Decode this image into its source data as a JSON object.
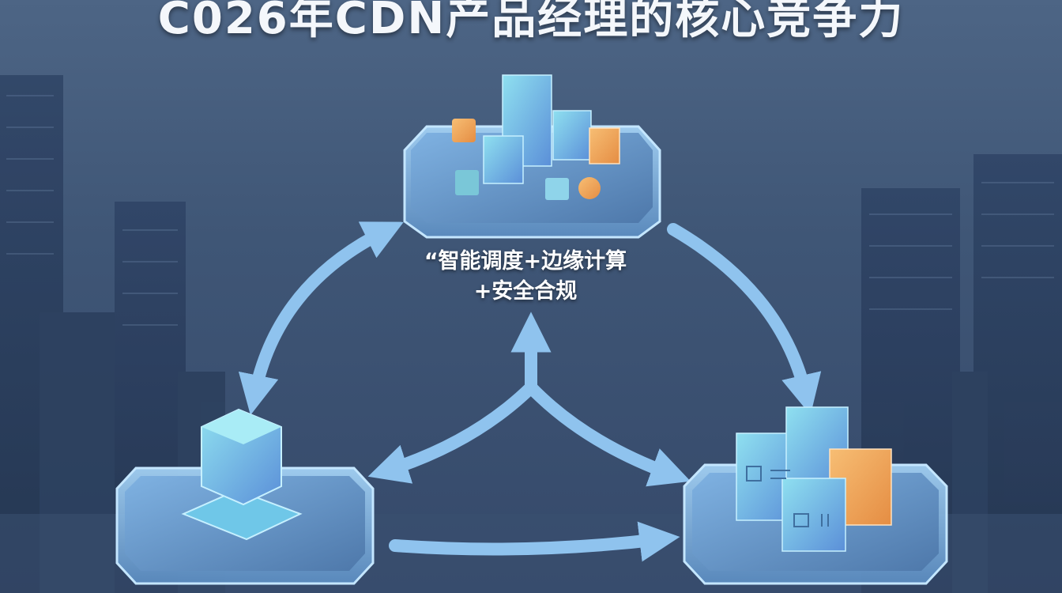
{
  "title": "C026年CDN产品经理的核心竞争力",
  "caption": {
    "line1": "“智能调度+边缘计算",
    "line2": "+安全合规"
  },
  "colors": {
    "background": "#3f5676",
    "arrow": "#8fc3ee",
    "platform": "#9dd1f7",
    "accent_orange": "#f2a65c"
  },
  "icons": [
    "server-cluster-icon",
    "single-cube-icon",
    "data-blocks-icon"
  ]
}
